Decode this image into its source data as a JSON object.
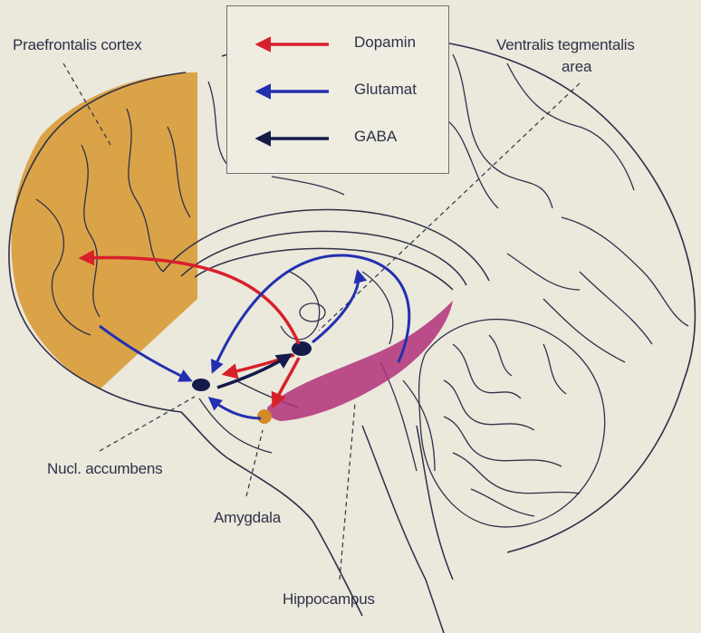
{
  "legend": {
    "items": [
      {
        "label": "Dopamin",
        "color": "#d8202a"
      },
      {
        "label": "Glutamat",
        "color": "#2230b0"
      },
      {
        "label": "GABA",
        "color": "#141a4a"
      }
    ]
  },
  "labels": {
    "prefrontal": "Praefrontalis cortex",
    "vta_line1": "Ventralis tegmentalis",
    "vta_line2": "area",
    "accumbens": "Nucl. accumbens",
    "amygdala": "Amygdala",
    "hippocampus": "Hippocampus"
  },
  "colors": {
    "background": "#ebe8dc",
    "prefrontal_fill": "#dba347",
    "hippocampus_fill": "#b0307a",
    "outline": "#2f3148"
  }
}
